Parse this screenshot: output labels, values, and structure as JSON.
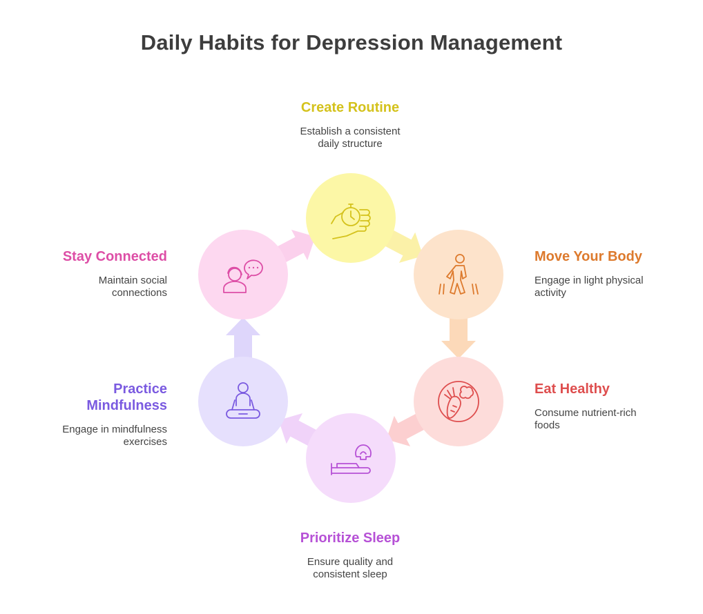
{
  "title": "Daily Habits for Depression Management",
  "steps": [
    {
      "key": "create-routine",
      "title": "Create Routine",
      "description": "Establish a consistent\ndaily structure",
      "icon": "clock-hand-icon",
      "color": "#d4c21c",
      "fill": "#fcf7a6",
      "arrow": "#fbf1a8"
    },
    {
      "key": "move-your-body",
      "title": "Move Your Body",
      "description": "Engage in light physical\nactivity",
      "icon": "walking-person-icon",
      "color": "#dd7a2d",
      "fill": "#fde3cb",
      "arrow": "#fcd9b9"
    },
    {
      "key": "eat-healthy",
      "title": "Eat Healthy",
      "description": "Consume nutrient-rich\nfoods",
      "icon": "healthy-food-icon",
      "color": "#de4e4e",
      "fill": "#fddcda",
      "arrow": "#fccfd0"
    },
    {
      "key": "prioritize-sleep",
      "title": "Prioritize Sleep",
      "description": "Ensure quality and\nconsistent sleep",
      "icon": "sleeping-person-icon",
      "color": "#b651d6",
      "fill": "#f5dcfb",
      "arrow": "#f0d3f9"
    },
    {
      "key": "practice-mindfulness",
      "title": "Practice\nMindfulness",
      "description": "Engage in mindfulness\nexercises",
      "icon": "meditating-person-icon",
      "color": "#7a5ae0",
      "fill": "#e6e0fd",
      "arrow": "#ded6fb"
    },
    {
      "key": "stay-connected",
      "title": "Stay Connected",
      "description": "Maintain social\nconnections",
      "icon": "chatting-person-icon",
      "color": "#dd4ea6",
      "fill": "#fdd8f0",
      "arrow": "#fbd0ec"
    }
  ]
}
